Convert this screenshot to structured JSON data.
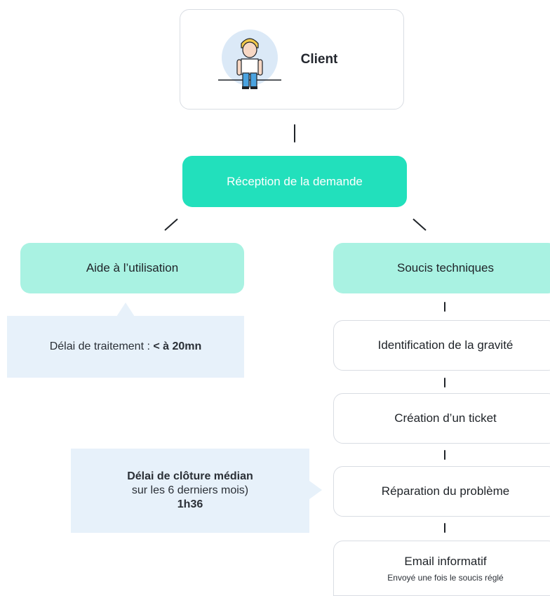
{
  "client": {
    "label": "Client",
    "avatar_icon": "person-icon"
  },
  "reception": {
    "label": "Réception de la demande"
  },
  "branches": {
    "left": {
      "label": "Aide à l’utilisation"
    },
    "right": {
      "label": "Soucis techniques"
    }
  },
  "left_note": {
    "text": "Délai de traitement : ",
    "value": "< à 20mn"
  },
  "right_note": {
    "title": "Délai de clôture médian",
    "subtitle": "sur les 6 derniers mois)",
    "value": "1h36"
  },
  "steps": [
    {
      "label": "Identification de la gravité"
    },
    {
      "label": "Création d’un ticket"
    },
    {
      "label": "Réparation du problème"
    }
  ],
  "final_step": {
    "label": "Email informatif",
    "sublabel": "Envoyé une fois le soucis réglé"
  },
  "colors": {
    "teal": "#22e0bc",
    "mint": "#a9f2e2",
    "note_bg": "#e7f1fa",
    "avatar_circle": "#dbe9f7"
  }
}
